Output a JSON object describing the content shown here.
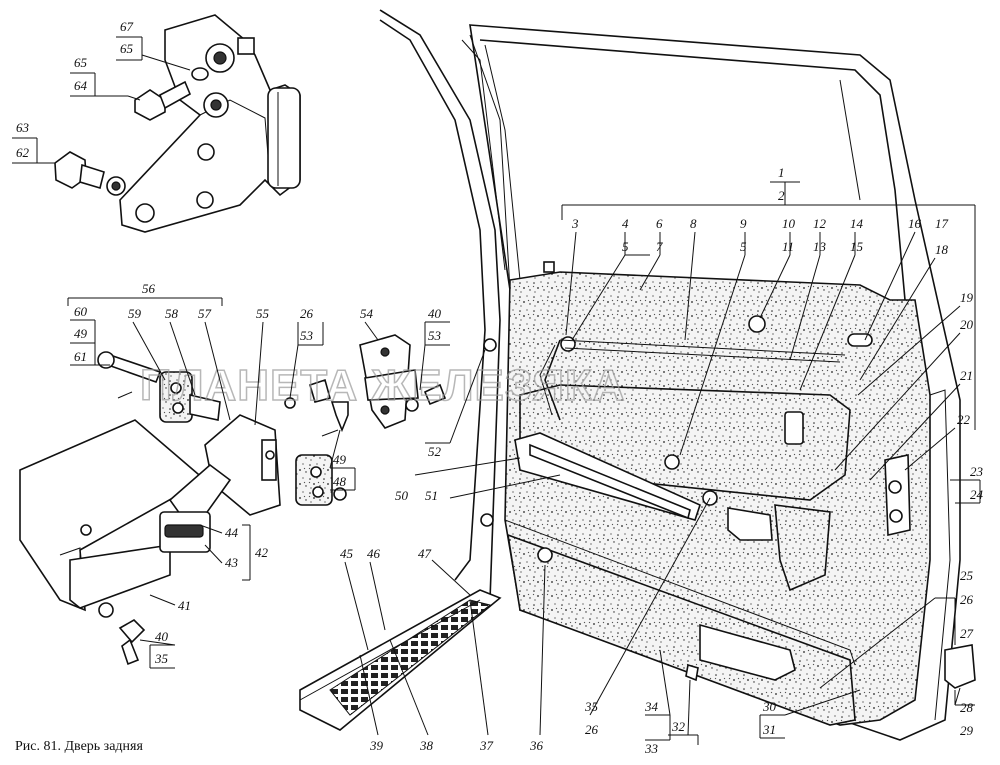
{
  "caption": "Рис. 81. Дверь задняя",
  "watermark": "ПЛАНЕТА ЖЕЛЕЗЯКА",
  "callouts": [
    {
      "id": "c67",
      "text": "67"
    },
    {
      "id": "c65a",
      "text": "65"
    },
    {
      "id": "c65b",
      "text": "65"
    },
    {
      "id": "c64",
      "text": "64"
    },
    {
      "id": "c63",
      "text": "63"
    },
    {
      "id": "c62",
      "text": "62"
    },
    {
      "id": "c56",
      "text": "56"
    },
    {
      "id": "c60",
      "text": "60"
    },
    {
      "id": "c49a",
      "text": "49"
    },
    {
      "id": "c61",
      "text": "61"
    },
    {
      "id": "c59",
      "text": "59"
    },
    {
      "id": "c58",
      "text": "58"
    },
    {
      "id": "c57",
      "text": "57"
    },
    {
      "id": "c55",
      "text": "55"
    },
    {
      "id": "c26a",
      "text": "26"
    },
    {
      "id": "c53a",
      "text": "53"
    },
    {
      "id": "c54",
      "text": "54"
    },
    {
      "id": "c40a",
      "text": "40"
    },
    {
      "id": "c53b",
      "text": "53"
    },
    {
      "id": "c49b",
      "text": "49"
    },
    {
      "id": "c48",
      "text": "48"
    },
    {
      "id": "c52",
      "text": "52"
    },
    {
      "id": "c44",
      "text": "44"
    },
    {
      "id": "c43",
      "text": "43"
    },
    {
      "id": "c42",
      "text": "42"
    },
    {
      "id": "c41",
      "text": "41"
    },
    {
      "id": "c40b",
      "text": "40"
    },
    {
      "id": "c35a",
      "text": "35"
    },
    {
      "id": "c1",
      "text": "1"
    },
    {
      "id": "c2",
      "text": "2"
    },
    {
      "id": "c3",
      "text": "3"
    },
    {
      "id": "c4",
      "text": "4"
    },
    {
      "id": "c5a",
      "text": "5"
    },
    {
      "id": "c6",
      "text": "6"
    },
    {
      "id": "c7",
      "text": "7"
    },
    {
      "id": "c8",
      "text": "8"
    },
    {
      "id": "c9",
      "text": "9"
    },
    {
      "id": "c5b",
      "text": "5"
    },
    {
      "id": "c10",
      "text": "10"
    },
    {
      "id": "c11",
      "text": "11"
    },
    {
      "id": "c12",
      "text": "12"
    },
    {
      "id": "c13",
      "text": "13"
    },
    {
      "id": "c14",
      "text": "14"
    },
    {
      "id": "c15",
      "text": "15"
    },
    {
      "id": "c16",
      "text": "16"
    },
    {
      "id": "c17",
      "text": "17"
    },
    {
      "id": "c18",
      "text": "18"
    },
    {
      "id": "c19",
      "text": "19"
    },
    {
      "id": "c20",
      "text": "20"
    },
    {
      "id": "c21",
      "text": "21"
    },
    {
      "id": "c22",
      "text": "22"
    },
    {
      "id": "c23",
      "text": "23"
    },
    {
      "id": "c24",
      "text": "24"
    },
    {
      "id": "c25",
      "text": "25"
    },
    {
      "id": "c26b",
      "text": "26"
    },
    {
      "id": "c27",
      "text": "27"
    },
    {
      "id": "c28",
      "text": "28"
    },
    {
      "id": "c29",
      "text": "29"
    },
    {
      "id": "c30",
      "text": "30"
    },
    {
      "id": "c31",
      "text": "31"
    },
    {
      "id": "c32",
      "text": "32"
    },
    {
      "id": "c33",
      "text": "33"
    },
    {
      "id": "c34",
      "text": "34"
    },
    {
      "id": "c26c",
      "text": "26"
    },
    {
      "id": "c35b",
      "text": "35"
    },
    {
      "id": "c36",
      "text": "36"
    },
    {
      "id": "c37",
      "text": "37"
    },
    {
      "id": "c38",
      "text": "38"
    },
    {
      "id": "c39",
      "text": "39"
    },
    {
      "id": "c45",
      "text": "45"
    },
    {
      "id": "c46",
      "text": "46"
    },
    {
      "id": "c47",
      "text": "47"
    },
    {
      "id": "c50",
      "text": "50"
    },
    {
      "id": "c51",
      "text": "51"
    }
  ]
}
